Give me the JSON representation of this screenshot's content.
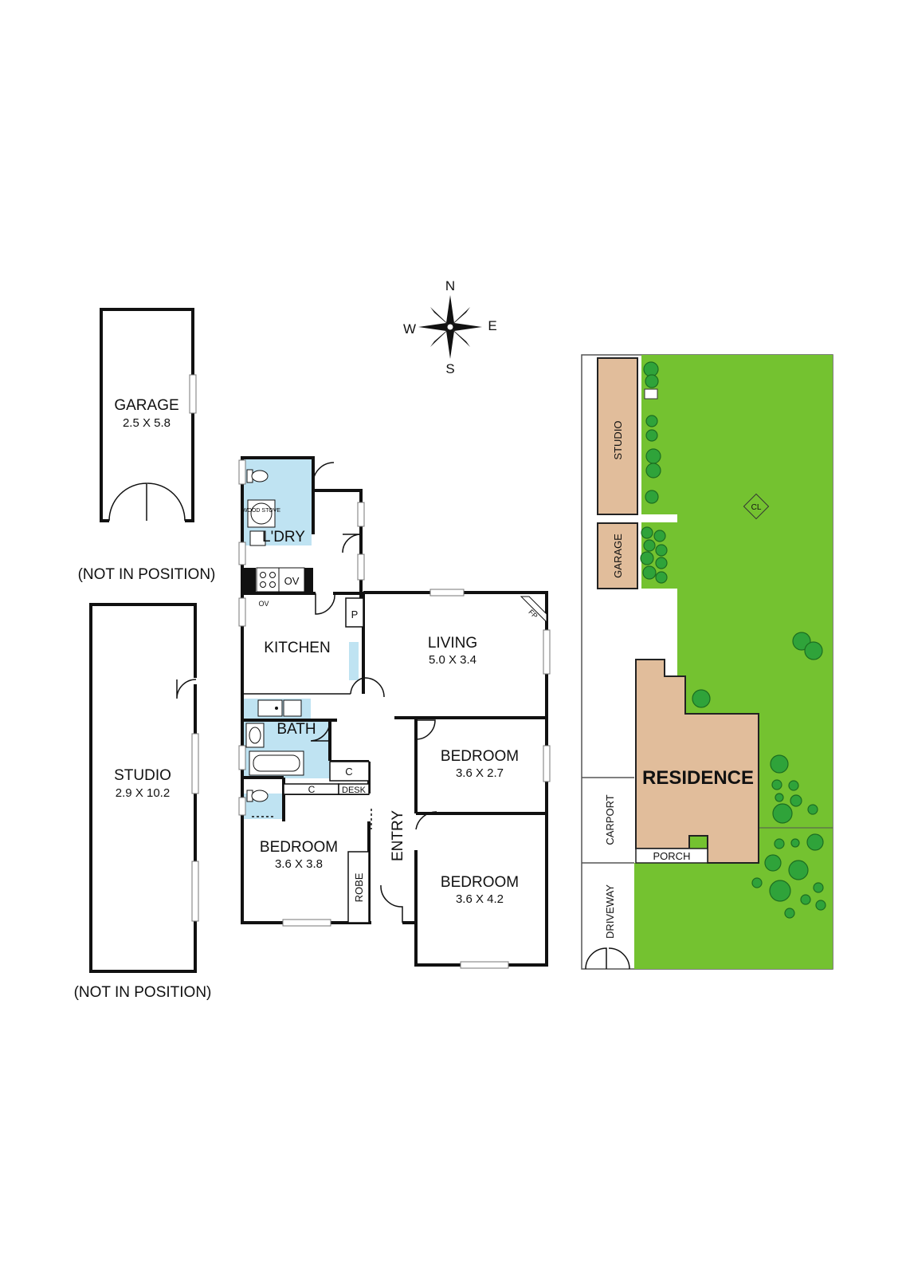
{
  "compass": {
    "north": "N",
    "south": "S",
    "east": "E",
    "west": "W"
  },
  "outbuildings": {
    "garage": {
      "name": "GARAGE",
      "dims": "2.5 X 5.8",
      "note": "(NOT IN POSITION)"
    },
    "studio": {
      "name": "STUDIO",
      "dims": "2.9 X 10.2",
      "note": "(NOT IN POSITION)"
    }
  },
  "floorplan": {
    "laundry": "L'DRY",
    "wood_stove": "WOOD STOVE",
    "oven": "OV",
    "oven_small": "OV",
    "kitchen": "KITCHEN",
    "pantry": "P",
    "living": {
      "name": "LIVING",
      "dims": "5.0 X 3.4"
    },
    "fireplace": "FP",
    "bath": "BATH",
    "cupboard": "C",
    "cupboard2": "C",
    "desk": "DESK",
    "entry": "ENTRY",
    "robe": "ROBE",
    "bedroom1": {
      "name": "BEDROOM",
      "dims": "3.6 X 2.7"
    },
    "bedroom2": {
      "name": "BEDROOM",
      "dims": "3.6 X 3.8"
    },
    "bedroom3": {
      "name": "BEDROOM",
      "dims": "3.6 X 4.2"
    }
  },
  "siteplan": {
    "studio": "STUDIO",
    "garage": "GARAGE",
    "residence": "RESIDENCE",
    "carport": "CARPORT",
    "porch": "PORCH",
    "driveway": "DRIVEWAY",
    "clothesline": "CL"
  },
  "colors": {
    "wet_areas": "#bfe3f2",
    "buildings": "#e1bd9b",
    "lawn": "#74c230",
    "trees": "#2fa33a",
    "walls": "#111111"
  }
}
